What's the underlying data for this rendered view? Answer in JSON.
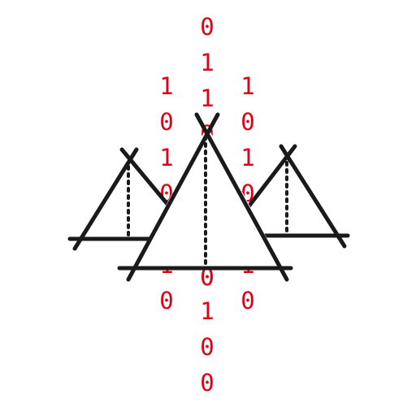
{
  "colors": {
    "digits": "#e00016",
    "lines": "#1a1a1a",
    "background": "#ffffff"
  },
  "columns": {
    "left": [
      "1",
      "0",
      "1",
      "0",
      "1",
      "0"
    ],
    "center": [
      "0",
      "1",
      "1",
      "0",
      "1",
      "0",
      "0",
      "0",
      "0",
      "1",
      "0",
      "0"
    ],
    "right": [
      "1",
      "0",
      "1",
      "0",
      "1",
      "0"
    ]
  },
  "icon": {
    "name": "binary-tents-icon"
  }
}
